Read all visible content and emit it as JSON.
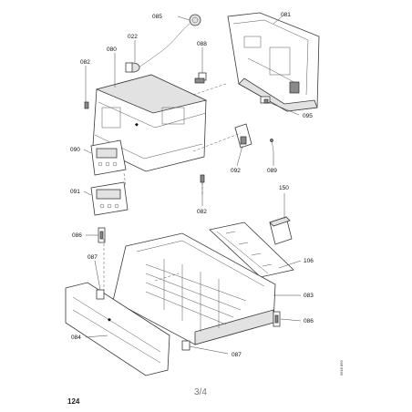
{
  "callouts": {
    "c085": "085",
    "c081": "081",
    "c022": "022",
    "c088": "088",
    "c080": "080",
    "c082a": "082",
    "c095": "095",
    "c090": "090",
    "c092": "092",
    "c089": "089",
    "c091": "091",
    "c082b": "082",
    "c150": "150",
    "c086a": "086",
    "c106": "106",
    "c087a": "087",
    "c083": "083",
    "c086b": "086",
    "c084": "084",
    "c087b": "087"
  },
  "footer": {
    "page_number": "3/4",
    "page_id": "124",
    "doc_code": "5618 869"
  }
}
